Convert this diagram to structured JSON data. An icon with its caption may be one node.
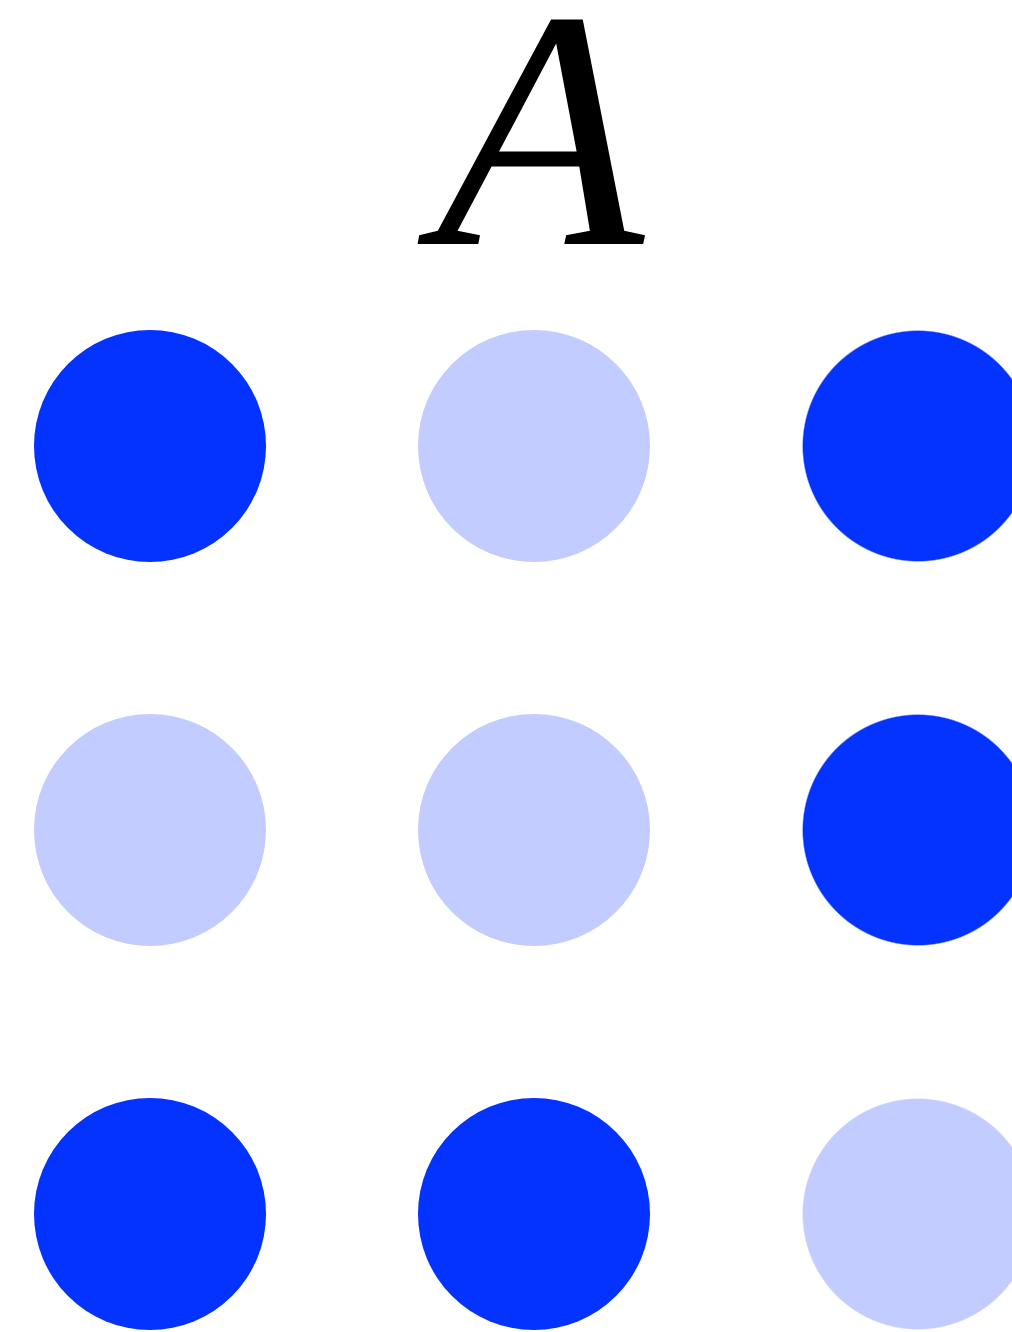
{
  "diagram": {
    "title": "A",
    "nodes": [
      {
        "text": [],
        "shape": "circle"
      },
      {
        "text": [],
        "shape": "circle"
      },
      {
        "text": [],
        "shape": "circle"
      },
      {
        "text": [],
        "shape": "circle"
      },
      {
        "text": [],
        "shape": "circle"
      },
      {
        "text": [],
        "shape": "circle"
      },
      {
        "text": [],
        "shape": "circle"
      },
      {
        "text": [],
        "shape": "circle"
      },
      {
        "text": [],
        "shape": "circle"
      }
    ]
  }
}
